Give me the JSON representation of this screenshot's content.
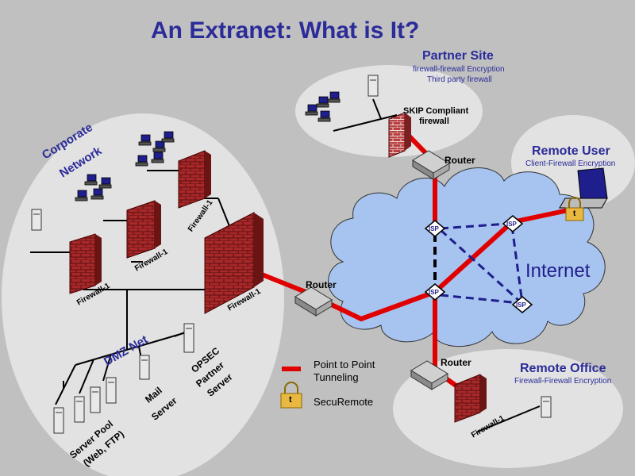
{
  "title": "An Extranet:  What is It?",
  "partner_site": {
    "heading": "Partner  Site",
    "line1": "firewall-firewall Encryption",
    "line2": "Third party firewall",
    "firewall_label_1": "SKIP Compliant",
    "firewall_label_2": "firewall"
  },
  "remote_user": {
    "heading": "Remote User",
    "line1": "Client-Firewall Encryption"
  },
  "remote_office": {
    "heading": "Remote Office",
    "line1": "Firewall-Firewall Encryption"
  },
  "corporate": {
    "line1": "Corporate",
    "line2": "Network"
  },
  "internet_label": "Internet",
  "isp_label": "ISP",
  "router_label": "Router",
  "firewall_label": "Firewall-1",
  "dmz_label": "DMZ Net",
  "servers": {
    "pool_line1": "Server Pool",
    "pool_line2": "(Web, FTP)",
    "mail_line1": "Mail",
    "mail_line2": "Server",
    "opsec_line1": "OPSEC",
    "opsec_line2": "Partner",
    "opsec_line3": "Server"
  },
  "legend": {
    "tunnel_line1": "Point to Point",
    "tunnel_line2": "Tunneling",
    "securemote": "SecuRemote",
    "lock_letter": "t"
  },
  "colors": {
    "background": "#c0c0c0",
    "title": "#2b2b9a",
    "tunnel": "#e00000",
    "cloud": "#a7c3ef",
    "ellipse": "#e2e2e2",
    "brick": "#a52a2a"
  }
}
